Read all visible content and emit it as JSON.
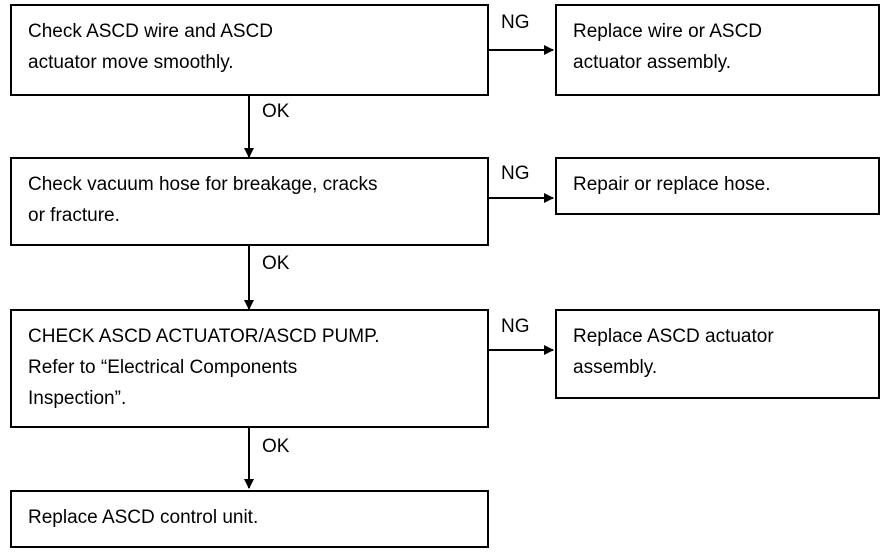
{
  "steps": [
    {
      "check": "Check ASCD wire and ASCD\nactuator move smoothly.",
      "ng_label": "NG",
      "ng_action": "Replace wire or ASCD\nactuator assembly.",
      "ok_label": "OK"
    },
    {
      "check": "Check vacuum hose for breakage, cracks\nor fracture.",
      "ng_label": "NG",
      "ng_action": "Repair or replace hose.",
      "ok_label": "OK"
    },
    {
      "check": "CHECK ASCD ACTUATOR/ASCD PUMP.\nRefer to “Electrical Components\nInspection”.",
      "ng_label": "NG",
      "ng_action": "Replace ASCD actuator\nassembly.",
      "ok_label": "OK"
    }
  ],
  "final_action": "Replace ASCD control unit."
}
